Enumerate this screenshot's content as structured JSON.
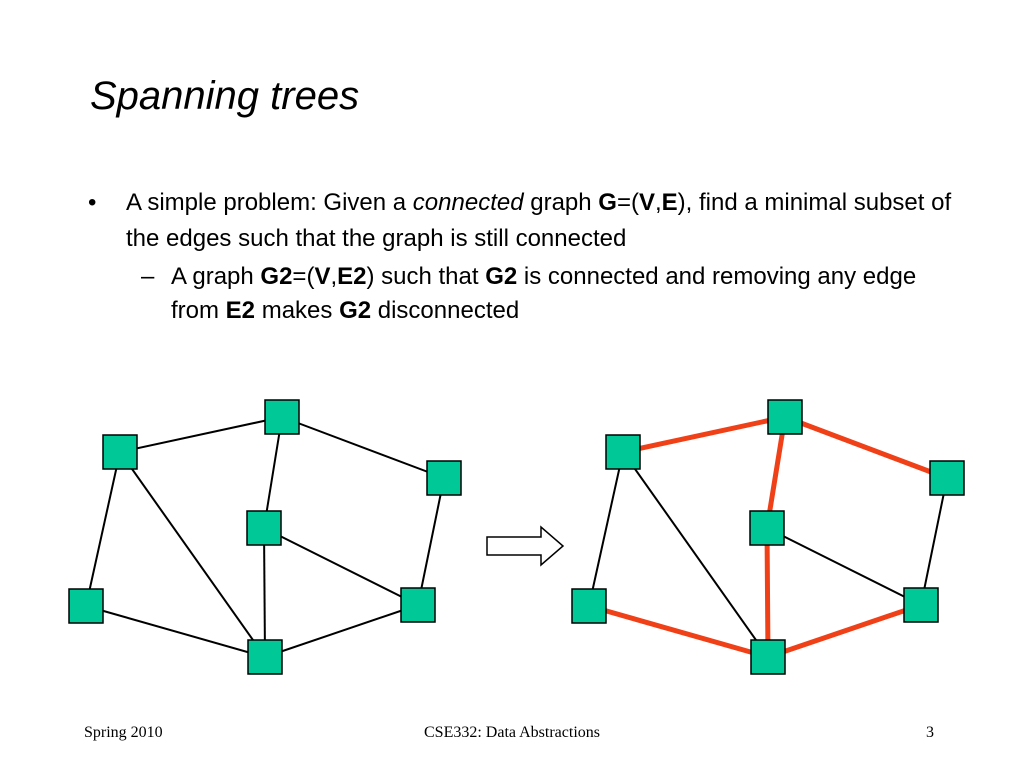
{
  "slide": {
    "title": "Spanning trees",
    "bullet1": {
      "mark": "•",
      "t1": "A simple problem: Given a ",
      "t2": "connected",
      "t3": " graph ",
      "t4": "G",
      "t5": "=(",
      "t6": "V",
      "t7": ",",
      "t8": "E",
      "t9": "), find a minimal subset of the edges such that the graph is still connected"
    },
    "bullet2": {
      "mark": "–",
      "t1": "A graph ",
      "t2": "G2",
      "t3": "=(",
      "t4": "V",
      "t5": ",",
      "t6": "E2",
      "t7": ") such that ",
      "t8": "G2",
      "t9": " is connected and removing any edge from ",
      "t10": "E2",
      "t11": " makes ",
      "t12": "G2",
      "t13": " disconnected"
    }
  },
  "figure": {
    "node_color": "#00c896",
    "edge_color": "#000000",
    "highlight_color": "#f04018",
    "arrow_glyph": "right-arrow-icon"
  },
  "footer": {
    "left": "Spring 2010",
    "center": "CSE332: Data Abstractions",
    "right": "3"
  }
}
